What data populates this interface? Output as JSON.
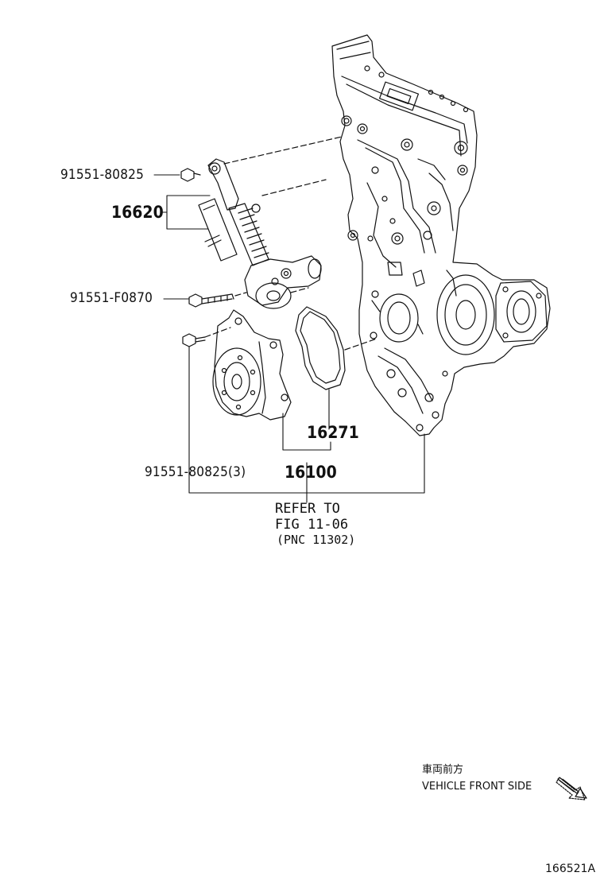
{
  "labels": {
    "bolt_top": "91551-80825",
    "tensioner": "16620",
    "bolt_mid": "91551-F0870",
    "gasket": "16271",
    "bolts_pump": "91551-80825(3)",
    "water_pump": "16100",
    "refer_line1": "REFER TO",
    "refer_line2": "FIG 11-06",
    "refer_line3": "(PNC 11302)"
  },
  "direction": {
    "japanese": "車両前方",
    "english": "VEHICLE FRONT SIDE"
  },
  "figure_id": "166521A"
}
